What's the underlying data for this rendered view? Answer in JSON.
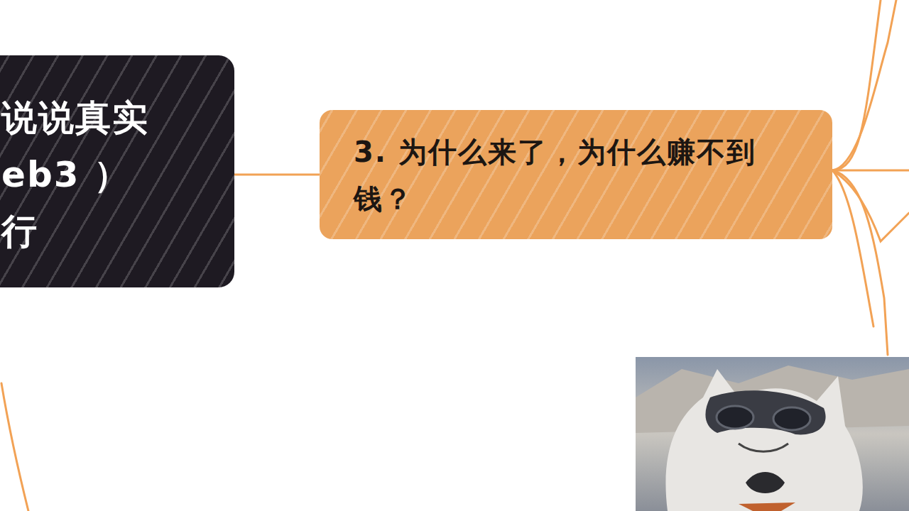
{
  "diagram": {
    "nodes": [
      {
        "text": [
          "说说真实 eb3 ）行"
        ]
      },
      {
        "text": [
          "3. 为什么来了，为什么赚不到钱？"
        ]
      }
    ],
    "edges": [
      {
        "from": 0,
        "to": 1,
        "arrow": "none"
      }
    ]
  }
}
